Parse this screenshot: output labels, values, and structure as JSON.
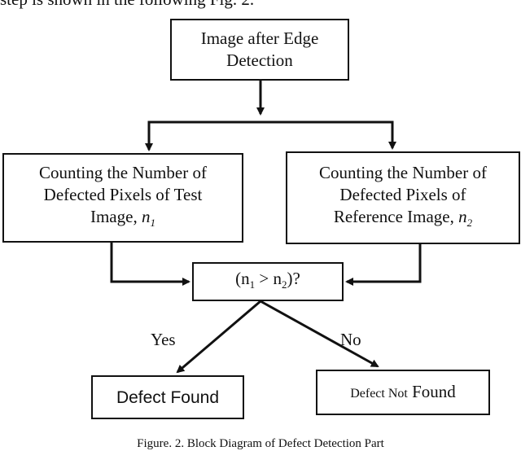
{
  "intro_text": "step is shown in the following Fig. 2.",
  "nodes": {
    "edge_detection": {
      "line1": "Image after Edge",
      "line2": "Detection"
    },
    "test_count": {
      "line1": "Counting the Number of",
      "line2": "Defected Pixels of Test",
      "line3": "Image, ",
      "var": "n",
      "sub": "1"
    },
    "ref_count": {
      "line1": "Counting the Number of",
      "line2": "Defected Pixels of",
      "line3": "Reference Image, ",
      "var": "n",
      "sub": "2"
    },
    "decision": {
      "open": "(n",
      "sub1": "1",
      "mid": " > n",
      "sub2": "2",
      "close": ")?"
    },
    "defect_found": "Defect Found",
    "defect_not_found": {
      "small": "Defect Not",
      "large": " Found"
    }
  },
  "edges": {
    "yes": "Yes",
    "no": "No"
  },
  "caption": "Figure. 2.  Block Diagram of Defect Detection Part"
}
